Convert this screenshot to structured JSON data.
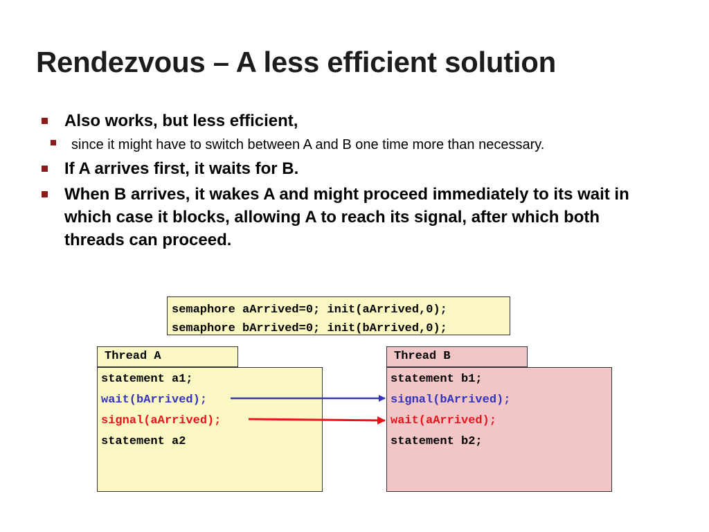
{
  "title": "Rendezvous – A less efficient solution",
  "bullets": [
    {
      "text": "Also works, but less efficient,",
      "sub": [
        "since it might have to switch between A and B one time more than necessary."
      ]
    },
    {
      "text": "If A arrives first, it waits for B."
    },
    {
      "text": "When B arrives, it wakes A and might proceed immediately to its wait in which case it blocks, allowing A to reach its signal, after which both threads can proceed."
    }
  ],
  "semaphores": [
    "semaphore aArrived=0; init(aArrived,0);",
    "semaphore bArrived=0; init(bArrived,0);"
  ],
  "threadA": {
    "label": "Thread A",
    "lines": [
      "statement a1;",
      "wait(bArrived);",
      "signal(aArrived);",
      "statement a2"
    ]
  },
  "threadB": {
    "label": "Thread B",
    "lines": [
      "statement b1;",
      "signal(bArrived);",
      "wait(aArrived);",
      "statement b2;"
    ]
  },
  "colors": {
    "blue_line": "#3333bb",
    "red_line": "#e8141c",
    "yellow_box": "#fbf8c3",
    "pink_box": "#f2c5c7",
    "bullet_marker": "#8b1a1a"
  }
}
